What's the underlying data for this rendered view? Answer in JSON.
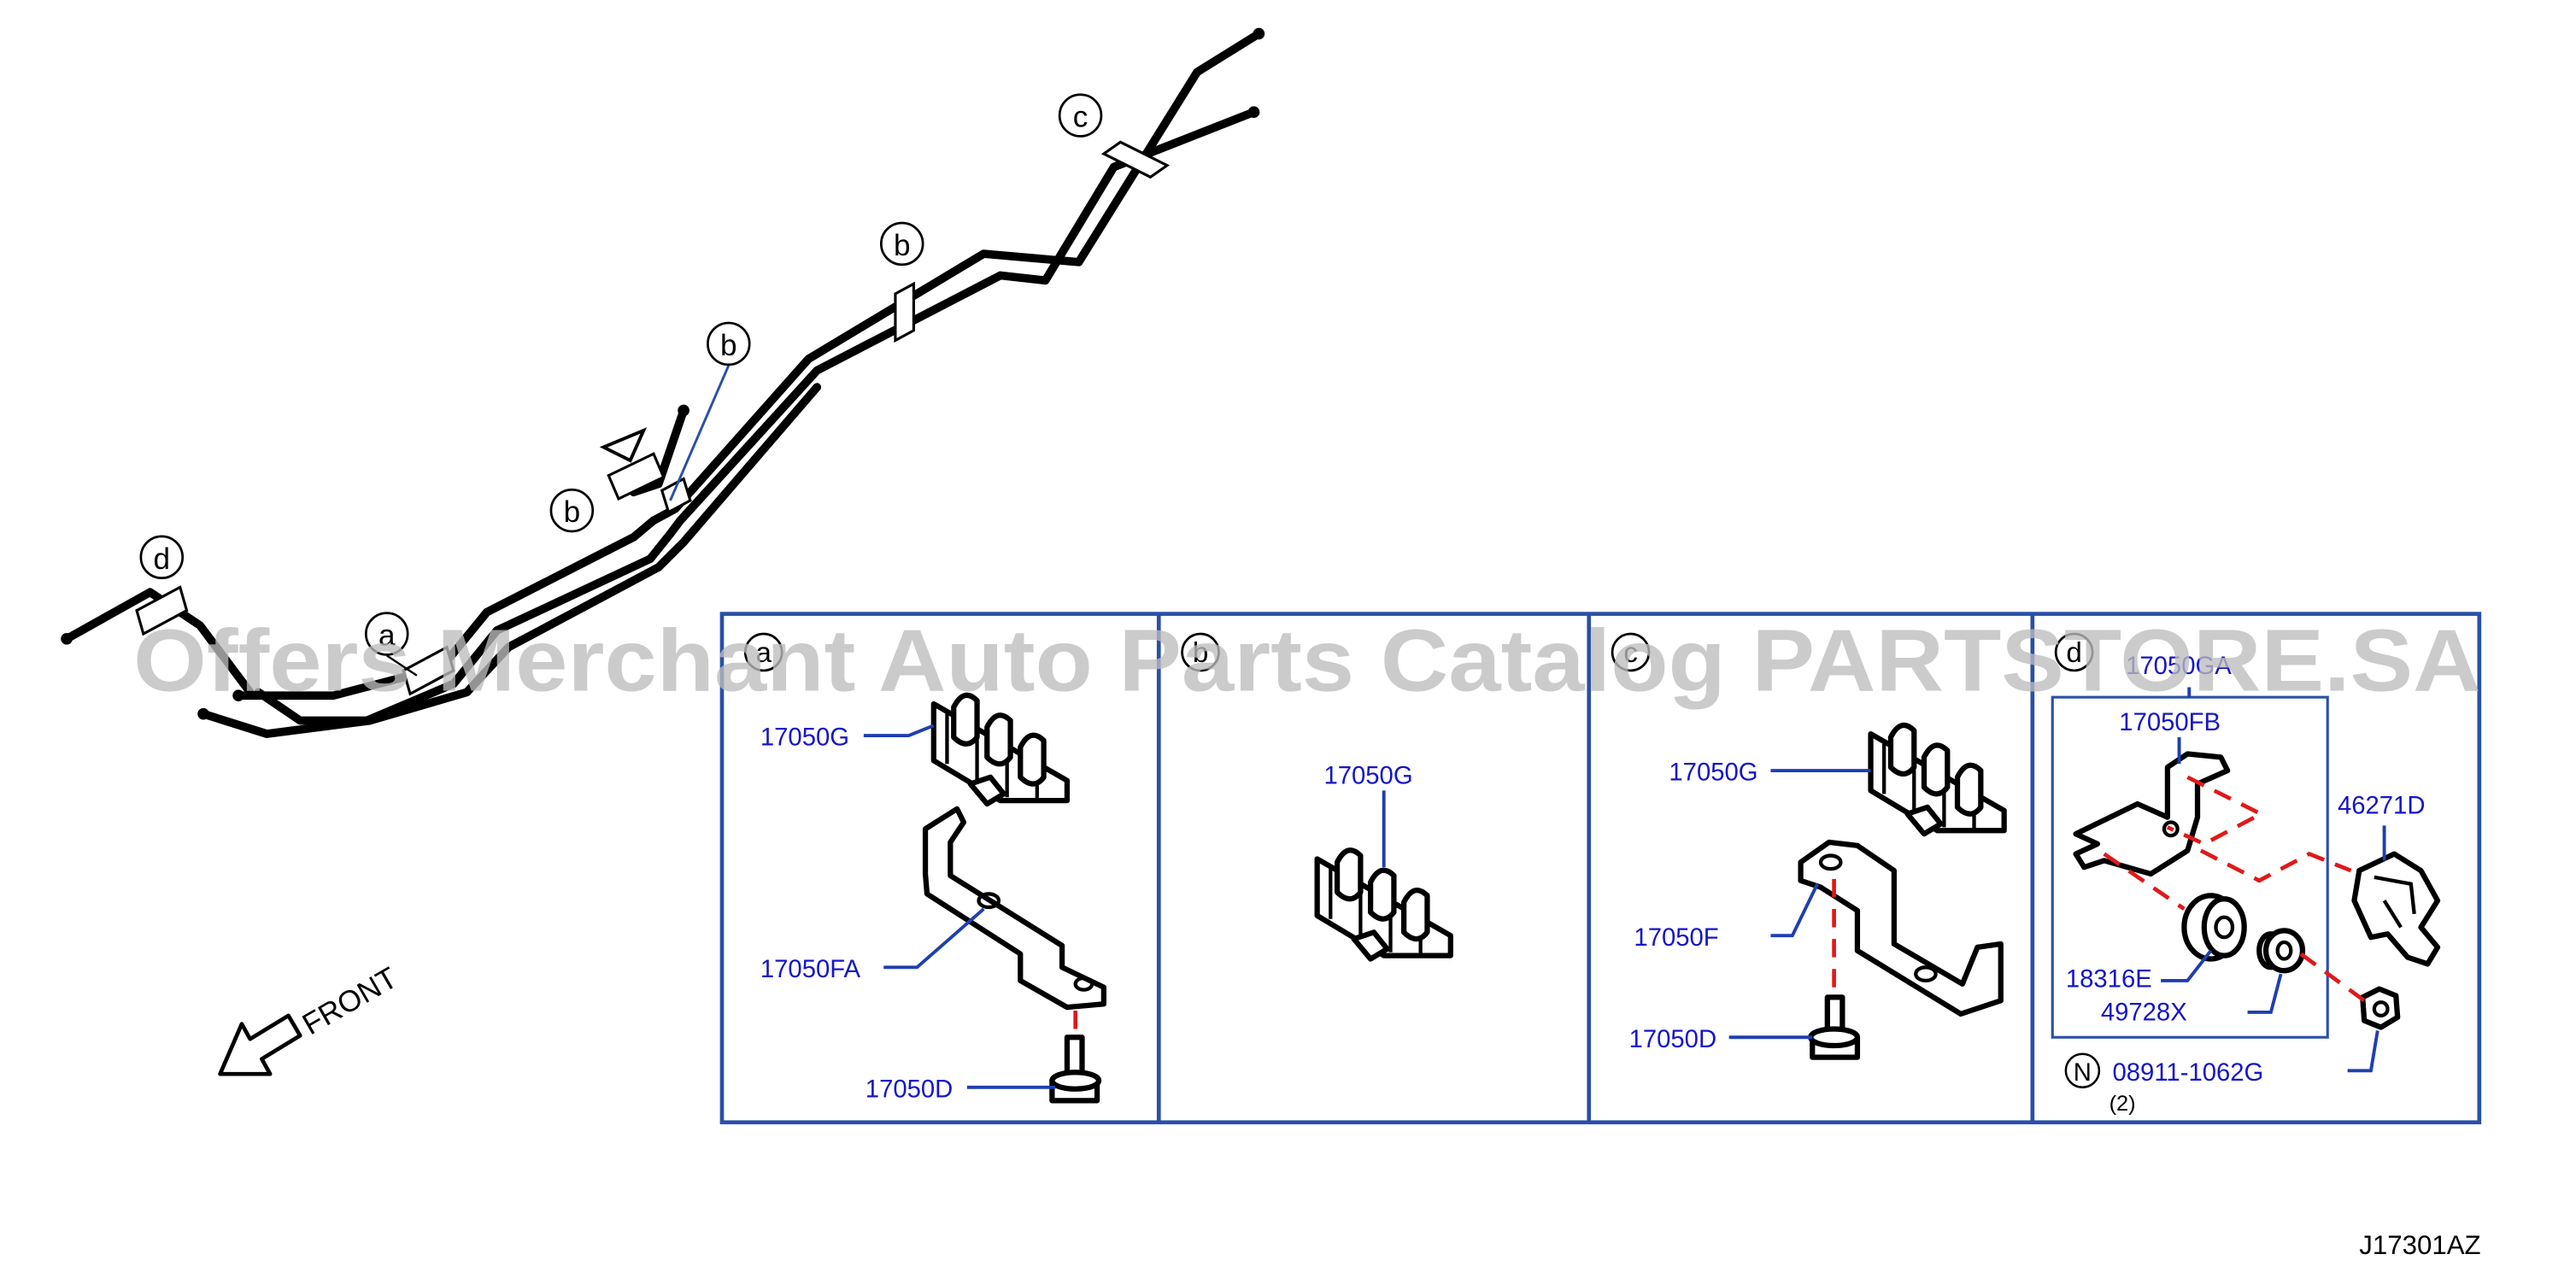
{
  "diagram": {
    "code": "J17301AZ",
    "watermark": "Offers Merchant Auto Parts Catalog PARTSTORE.SA",
    "front_label": "FRONT",
    "overview_callouts": [
      "d",
      "a",
      "b",
      "b",
      "b",
      "c"
    ],
    "panels": [
      {
        "letter": "a",
        "parts": [
          {
            "number": "17050G"
          },
          {
            "number": "17050FA"
          },
          {
            "number": "17050D"
          }
        ]
      },
      {
        "letter": "b",
        "parts": [
          {
            "number": "17050G"
          }
        ]
      },
      {
        "letter": "c",
        "parts": [
          {
            "number": "17050G"
          },
          {
            "number": "17050F"
          },
          {
            "number": "17050D"
          }
        ]
      },
      {
        "letter": "d",
        "header_number": "17050GA",
        "parts": [
          {
            "number": "17050FB"
          },
          {
            "number": "46271D"
          },
          {
            "number": "18316E"
          },
          {
            "number": "49728X"
          },
          {
            "number": "08911-1062G",
            "prefix": "N",
            "quantity": "(2)"
          }
        ]
      }
    ]
  }
}
